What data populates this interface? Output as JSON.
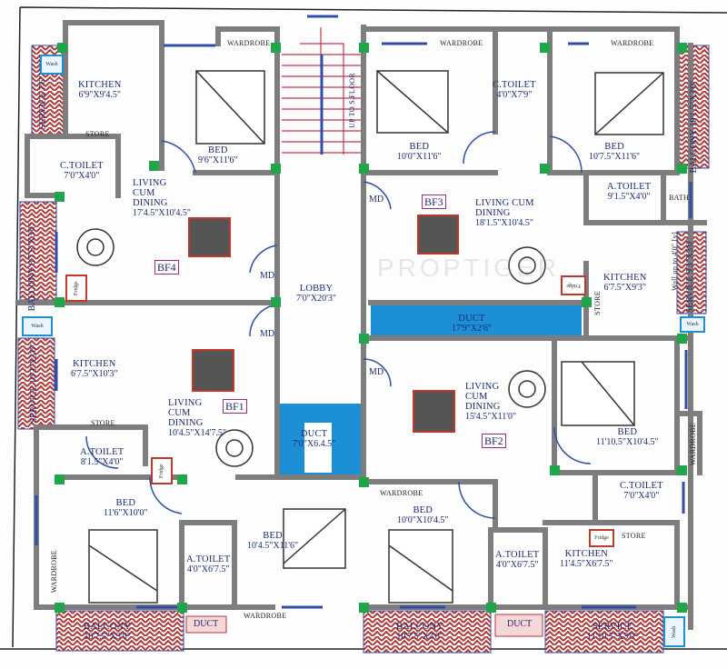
{
  "watermark": "PROPTIGER",
  "colors": {
    "wall": "#7d7d7d",
    "window": "#2e4ea8",
    "column": "#1fa64a",
    "balcony": "#b03a3a",
    "duct": "#1c8fd6",
    "label": "#1c2b70",
    "tag_border": "#a02a7a"
  },
  "common": {
    "stairs": "UP TO S.FLOOR",
    "lobby": {
      "name": "LOBBY",
      "dim": "7'0\"X20'3\""
    },
    "duct_main": {
      "name": "DUCT",
      "dim": "17'9\"X2'6\""
    },
    "duct_center": {
      "name": "DUCT",
      "dim": "7'0\"X6.4.5\""
    }
  },
  "units": {
    "bf4": {
      "tag": "BF4",
      "service": {
        "name": "SERVICE",
        "dim": "7'6\"X3'0\""
      },
      "kitchen": {
        "name": "KITCHEN",
        "dim": "6'9\"X9'4.5\""
      },
      "store": "STORE",
      "toilet": {
        "name": "C.TOILET",
        "dim": "7'0\"X4'0\""
      },
      "bed": {
        "name": "BED",
        "dim": "9'6\"X11'6\""
      },
      "wardrobe": "WARDROBE",
      "living": {
        "name": "LIVING\nCUM\nDINING",
        "dim": "17'4.5\"X10'4.5\""
      },
      "balcony": {
        "name": "BALCONY",
        "dim": "8'7.5\"X3'0\""
      },
      "md": "MD",
      "fridge": "Fridge",
      "wash": "Wash"
    },
    "bf3": {
      "tag": "BF3",
      "wardrobe1": "WARDROBE",
      "wardrobe2": "WARDROBE",
      "toilet": {
        "name": "C.TOILET",
        "dim": "4'0\"X7'9\""
      },
      "bed1": {
        "name": "BED",
        "dim": "10'0\"X11'6\""
      },
      "bed2": {
        "name": "BED",
        "dim": "10'7.5\"X11'6\""
      },
      "balcony": {
        "name": "BALCONY",
        "dim": "10'1.5\"X3'0\""
      },
      "atoilet": {
        "name": "A.TOILET",
        "dim": "9'1.5\"X4'0\""
      },
      "bath": "BATH",
      "living": {
        "name": "LIVING CUM\nDINING",
        "dim": "18'1.5\"X10'4.5\""
      },
      "kitchen": {
        "name": "KITCHEN",
        "dim": "6'7.5\"X9'3\""
      },
      "store": "STORE",
      "service": {
        "name": "SERVICE",
        "dim": "9'3\"X3'0\""
      },
      "wall_note": "Wall up to 4'0\" [v]",
      "md": "MD",
      "fridge": "Fridge",
      "wash": "Wash"
    },
    "bf1": {
      "tag": "BF1",
      "service": {
        "name": "SERVICE",
        "dim": "10'3\"X3'0\""
      },
      "kitchen": {
        "name": "KITCHEN",
        "dim": "6'7.5\"X10'3\""
      },
      "living": {
        "name": "LIVING\nCUM\nDINING",
        "dim": "10'4.5\"X14'7.5\""
      },
      "store": "STORE",
      "atoilet1": {
        "name": "A.TOILET",
        "dim": "8'1.5\"X4'0\""
      },
      "bed1": {
        "name": "BED",
        "dim": "11'6\"X10'0\""
      },
      "wardrobe1": "WARDROBE",
      "atoilet2": {
        "name": "A.TOILET",
        "dim": "4'0\"X6'7.5\""
      },
      "bed2": {
        "name": "BED",
        "dim": "10'4.5\"X11'6\""
      },
      "balcony": {
        "name": "BALCONY",
        "dim": "10'7.5\"X3'0\""
      },
      "duct": "DUCT",
      "wardrobe2": "WARDROBE",
      "md": "MD",
      "fridge": "Fridge",
      "wash": "Wash"
    },
    "bf2": {
      "tag": "BF2",
      "living": {
        "name": "LIVING\nCUM\nDINING",
        "dim": "15'4.5\"X11'0\""
      },
      "bed1": {
        "name": "BED",
        "dim": "11'10.5\"X10'4.5\""
      },
      "wardrobe1": "WARDROBE",
      "wardrobe2": "WARDROBE",
      "bed2": {
        "name": "BED",
        "dim": "10'0\"X10'4.5\""
      },
      "ctoilet": {
        "name": "C.TOILET",
        "dim": "7'0\"X4'0\""
      },
      "store": "STORE",
      "atoilet": {
        "name": "A.TOILET",
        "dim": "4'0\"X6'7.5\""
      },
      "kitchen": {
        "name": "KITCHEN",
        "dim": "11'4.5\"X6'7.5\""
      },
      "balcony": {
        "name": "BALCONY",
        "dim": "10'7.5\"X3'0\""
      },
      "duct": "DUCT",
      "service": {
        "name": "SERVICE",
        "dim": "11'10.5\"X3'0\""
      },
      "md": "MD",
      "fridge": "Fridge",
      "wash": "Wash"
    }
  }
}
